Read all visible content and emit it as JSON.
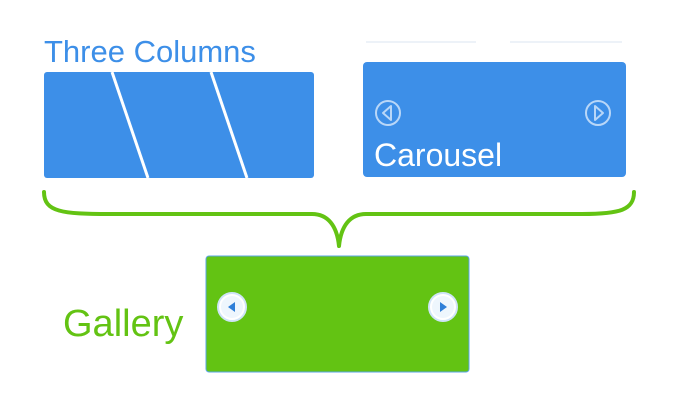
{
  "labels": {
    "three_columns": "Three Columns",
    "carousel": "Carousel",
    "gallery": "Gallery"
  },
  "icons": {
    "carousel_prev": "chevron-left-circle-outline-icon",
    "carousel_next": "chevron-right-circle-outline-icon",
    "gallery_prev": "chevron-left-circle-filled-icon",
    "gallery_next": "chevron-right-circle-filled-icon"
  },
  "colors": {
    "blue": "#3d8fe8",
    "green": "#63c313",
    "white": "#ffffff"
  }
}
